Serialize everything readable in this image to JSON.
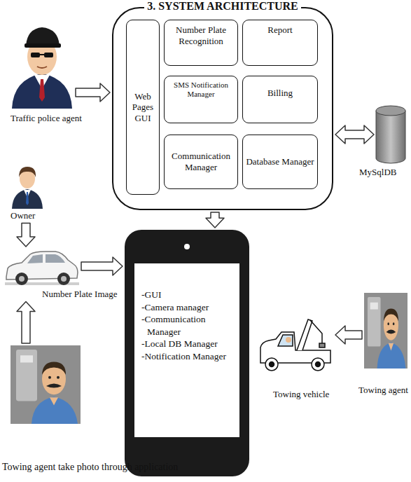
{
  "diagram": {
    "title": "3. SYSTEM ARCHITECTURE",
    "nodes": [
      {
        "text": []
      },
      {
        "text": [
          "Web Pages GUI"
        ],
        "in": 0
      },
      {
        "text": [
          "Number Plate Recognition"
        ],
        "in": 0
      },
      {
        "text": [
          "Report"
        ],
        "in": 0
      },
      {
        "text": [
          "SMS Notification Manager"
        ],
        "in": 0
      },
      {
        "text": [
          "Billing"
        ],
        "in": 0
      },
      {
        "text": [
          "Communication Manager"
        ],
        "in": 0
      },
      {
        "text": [
          "Database Manager"
        ],
        "in": 0
      },
      {
        "text": [
          "MySqlDB"
        ]
      },
      {
        "text": [
          "Traffic police agent"
        ]
      },
      {
        "text": [
          "Owner"
        ]
      },
      {
        "text": [
          "Number Plate Image"
        ]
      },
      {
        "text": [
          "-GUI",
          "-Camera manager",
          "-Communication Manager",
          "-Local DB Manager",
          "-Notification Manager"
        ]
      },
      {
        "text": [
          "Towing vehicle"
        ]
      },
      {
        "text": [
          "Towing agent"
        ]
      },
      {
        "text": [
          "Towing agent take photo through application"
        ]
      }
    ],
    "edges": [
      {
        "from": 9,
        "to": 0,
        "arrow": "to"
      },
      {
        "from": 0,
        "to": 8,
        "arrow": "both"
      },
      {
        "from": 0,
        "to": 12,
        "arrow": "to"
      },
      {
        "from": 10,
        "to": 11,
        "arrow": "to"
      },
      {
        "from": 11,
        "to": 12,
        "arrow": "to"
      },
      {
        "from": 15,
        "to": 11,
        "arrow": "to"
      },
      {
        "from": 14,
        "to": 13,
        "arrow": "to"
      }
    ]
  }
}
